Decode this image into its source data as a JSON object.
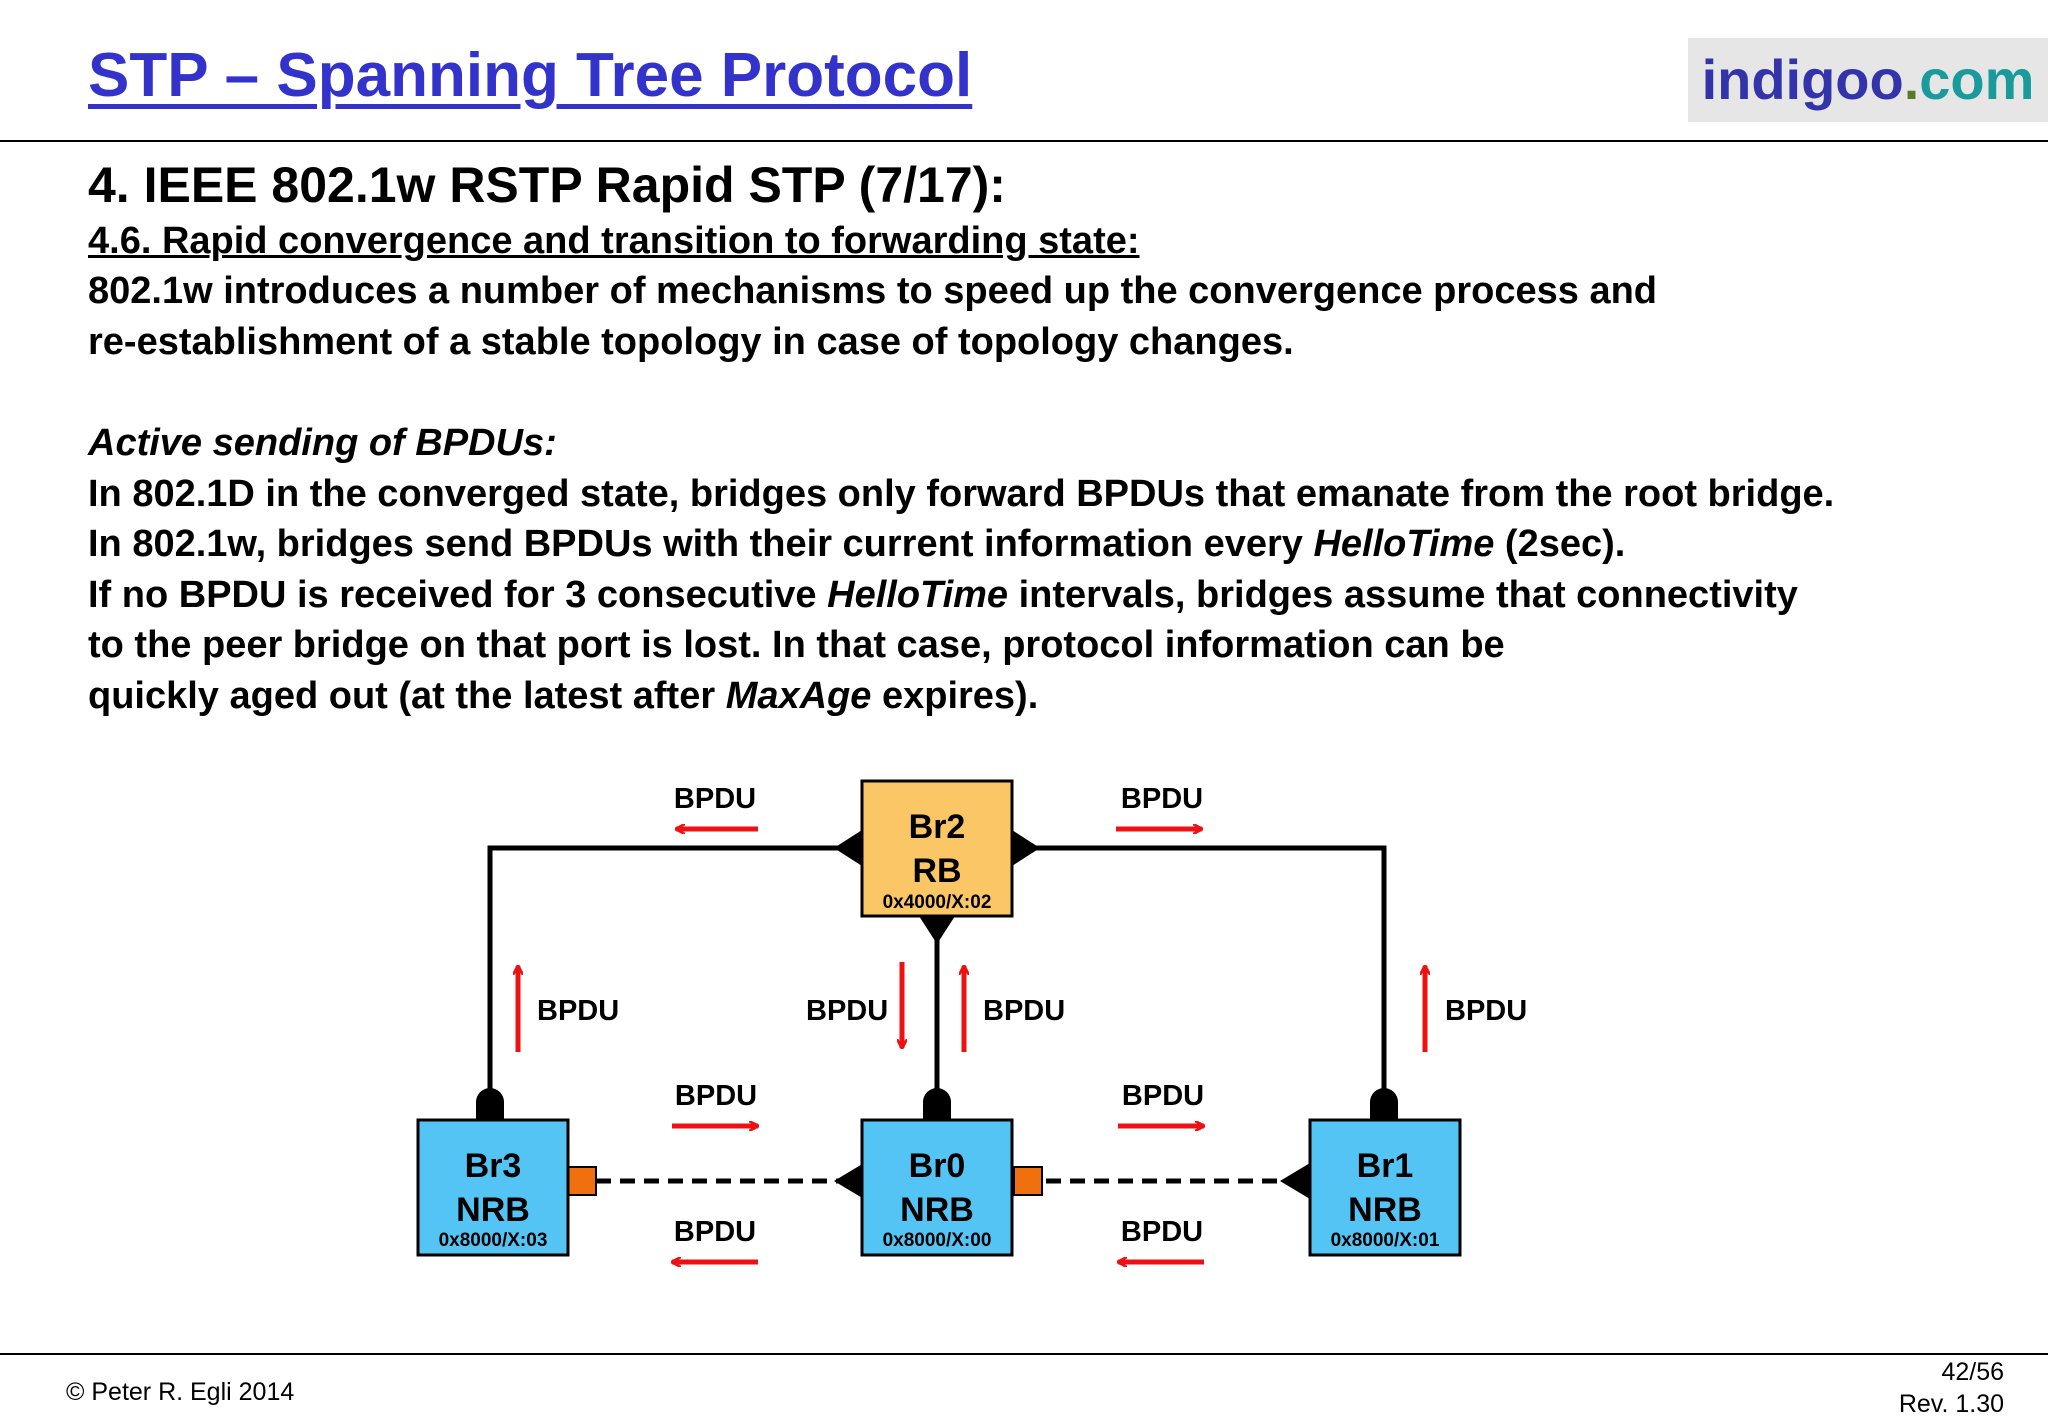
{
  "header": {
    "title": "STP – Spanning Tree Protocol",
    "logo": {
      "part1": "indigoo",
      "part2": ".",
      "part3": "com"
    }
  },
  "content": {
    "heading": "4. IEEE 802.1w RSTP Rapid STP (7/17):",
    "subheading": "4.6. Rapid convergence and transition to forwarding state:",
    "intro": [
      "802.1w introduces a number of mechanisms to speed up the convergence process and",
      "re-establishment of a stable topology in case of topology changes."
    ],
    "section_title": "Active sending of BPDUs:",
    "body": {
      "line1": "In 802.1D in the converged state, bridges only forward BPDUs that emanate from the root bridge.",
      "line2_pre": "In 802.1w, bridges send BPDUs with their current information every ",
      "line2_it": "HelloTime",
      "line2_post": " (2sec).",
      "line3_pre": "If no BPDU is received for 3 consecutive ",
      "line3_it": "HelloTime",
      "line3_post": " intervals, bridges assume that connectivity",
      "line4": "to the peer bridge on that port is lost. In that case, protocol information can be",
      "line5_pre": "quickly aged out (at the latest after ",
      "line5_it": "MaxAge",
      "line5_post": " expires)."
    }
  },
  "diagram": {
    "bridges": {
      "br2": {
        "name": "Br2",
        "role": "RB",
        "id": "0x4000/X:02"
      },
      "br3": {
        "name": "Br3",
        "role": "NRB",
        "id": "0x8000/X:03"
      },
      "br0": {
        "name": "Br0",
        "role": "NRB",
        "id": "0x8000/X:00"
      },
      "br1": {
        "name": "Br1",
        "role": "NRB",
        "id": "0x8000/X:01"
      }
    },
    "bpdu_label": "BPDU",
    "colors": {
      "root_bridge": "#fbc766",
      "non_root_bridge": "#54c4f4",
      "arrow": "#ee1111",
      "blocked_port": "#f07010"
    }
  },
  "footer": {
    "copyright": "© Peter R. Egli 2014",
    "page": "42/56",
    "revision": "Rev. 1.30"
  }
}
